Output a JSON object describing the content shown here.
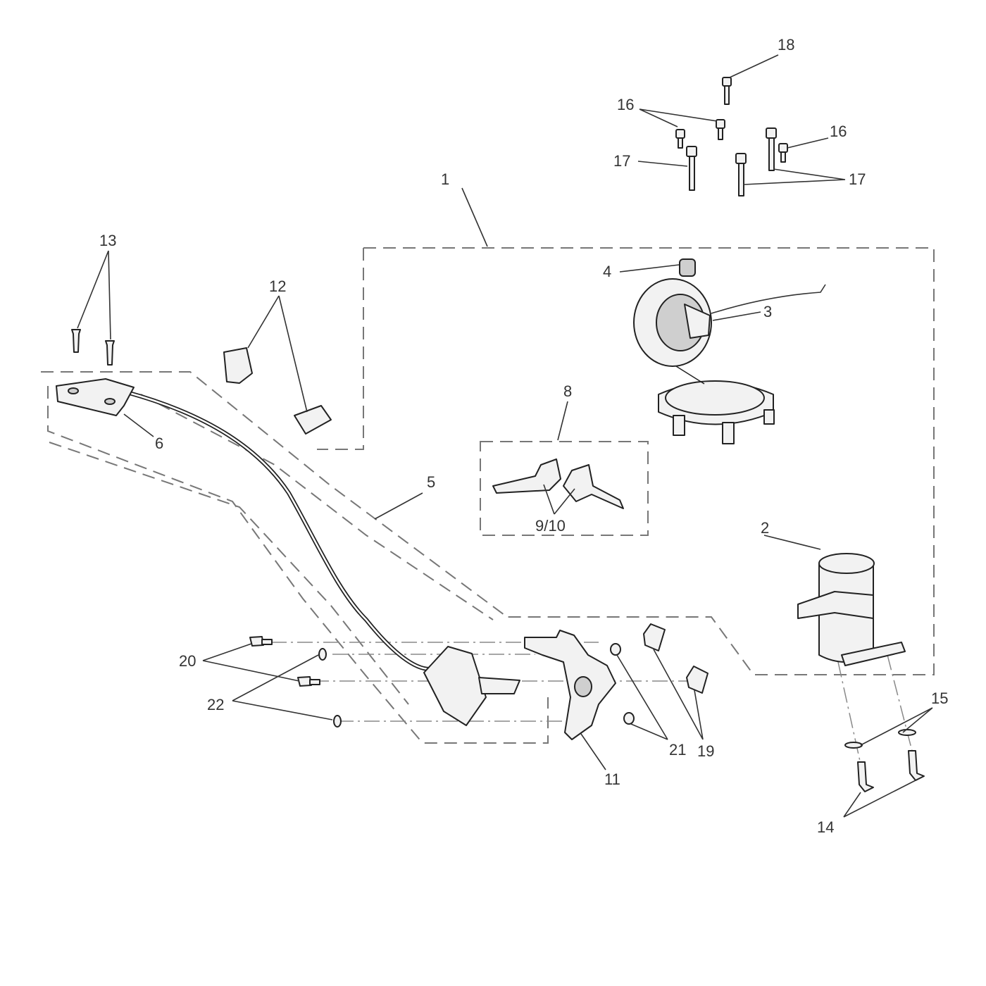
{
  "diagram": {
    "callouts": [
      {
        "id": "c1",
        "text": "1"
      },
      {
        "id": "c2",
        "text": "2"
      },
      {
        "id": "c3",
        "text": "3"
      },
      {
        "id": "c4",
        "text": "4"
      },
      {
        "id": "c5",
        "text": "5"
      },
      {
        "id": "c6",
        "text": "6"
      },
      {
        "id": "c8",
        "text": "8"
      },
      {
        "id": "c910",
        "text": "9/10"
      },
      {
        "id": "c11",
        "text": "11"
      },
      {
        "id": "c12",
        "text": "12"
      },
      {
        "id": "c13",
        "text": "13"
      },
      {
        "id": "c14",
        "text": "14"
      },
      {
        "id": "c15",
        "text": "15"
      },
      {
        "id": "c16a",
        "text": "16"
      },
      {
        "id": "c16b",
        "text": "16"
      },
      {
        "id": "c17a",
        "text": "17"
      },
      {
        "id": "c17b",
        "text": "17"
      },
      {
        "id": "c18",
        "text": "18"
      },
      {
        "id": "c19",
        "text": "19"
      },
      {
        "id": "c20",
        "text": "20"
      },
      {
        "id": "c21",
        "text": "21"
      },
      {
        "id": "c22",
        "text": "22"
      }
    ]
  }
}
